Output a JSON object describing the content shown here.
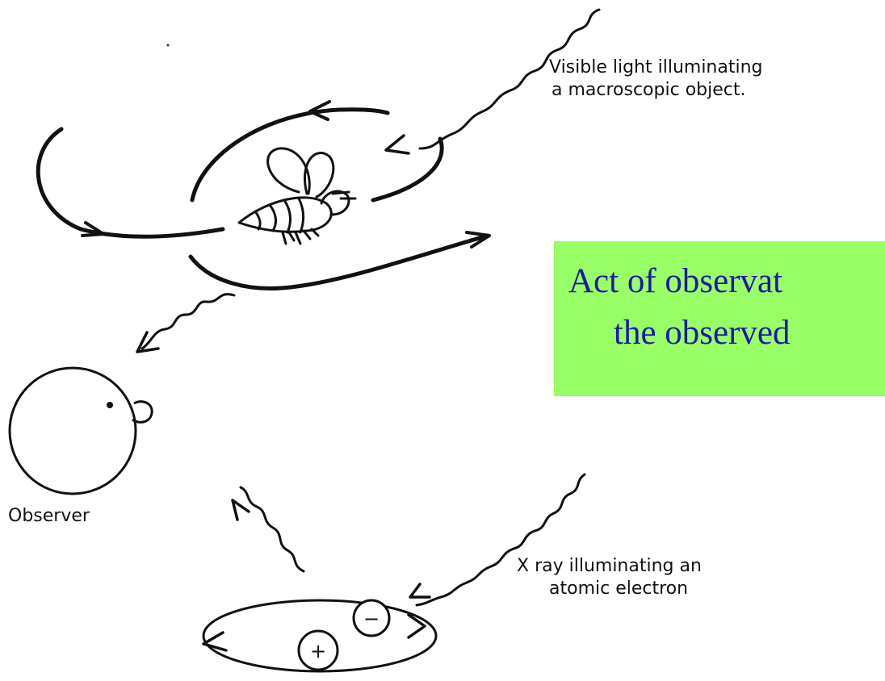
{
  "labels": {
    "visible_light_line1": "Visible light illuminating",
    "visible_light_line2": "a macroscopic object.",
    "observer": "Observer",
    "xray_line1": "X ray illuminating an",
    "xray_line2": "atomic electron",
    "minus_sign": "−",
    "plus_sign": "+"
  },
  "caption": {
    "line1": "Act of observat",
    "line2": "the observed"
  },
  "colors": {
    "caption_background": "#99ff66",
    "caption_text": "#1a1aa6",
    "ink": "#111111"
  },
  "icons": [
    "bee-icon",
    "observer-head-icon",
    "nucleus-icon",
    "electron-icon"
  ]
}
